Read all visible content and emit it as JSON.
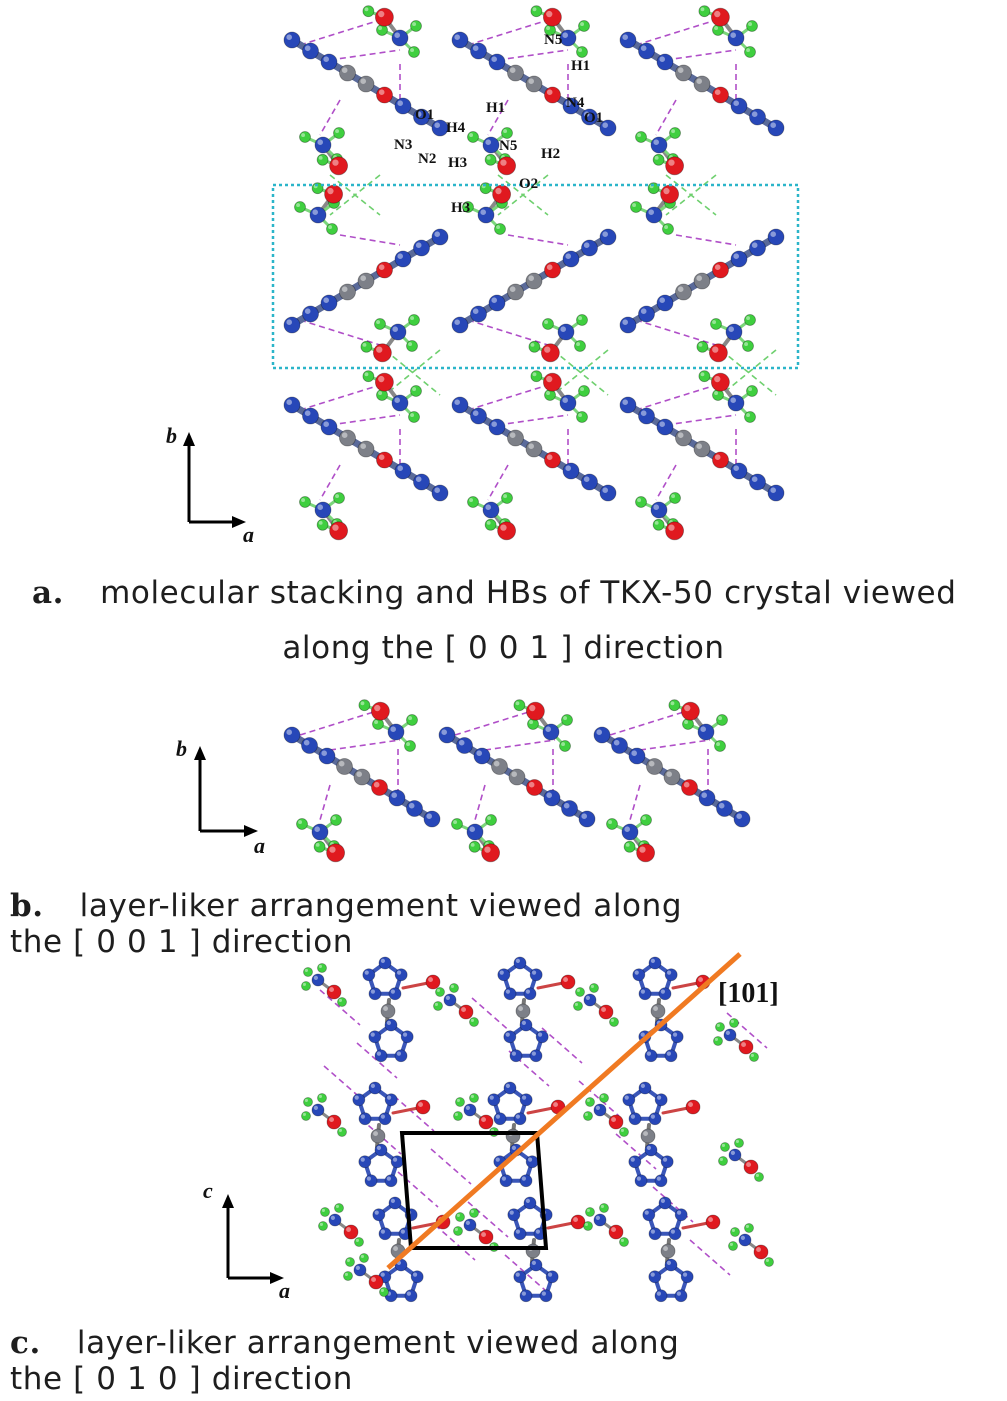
{
  "panels": {
    "a": {
      "caption_letter": "a.",
      "caption_line1": "molecular stacking and HBs of TKX-50 crystal viewed",
      "caption_line2": "along the [ 0 0 1 ] direction",
      "axis_vertical": "b",
      "axis_horizontal": "a",
      "atom_labels": [
        "N5",
        "H1",
        "O1",
        "H1",
        "N4",
        "O1",
        "N3",
        "H4",
        "N2",
        "H3",
        "N5",
        "H2",
        "O2",
        "H3"
      ]
    },
    "b": {
      "caption_letter": "b.",
      "caption_text": "layer-liker arrangement viewed along the [ 0 0 1 ] direction",
      "axis_vertical": "b",
      "axis_horizontal": "a"
    },
    "c": {
      "caption_letter": "c.",
      "caption_text": "layer-liker arrangement viewed along the [ 0 1 0 ] direction",
      "axis_vertical": "c",
      "axis_horizontal": "a",
      "direction_label": "[101]"
    }
  },
  "colors": {
    "nitrogen": "#2747b8",
    "carbon": "#7d8088",
    "oxygen": "#e0191f",
    "hydrogen": "#3fcf3f",
    "hbond_magenta": "#b04fc8",
    "hbond_green": "#6fd06f",
    "layer_box": "#2bb5c9",
    "direction_line": "#f07a22",
    "unit_cell": "#000000"
  }
}
